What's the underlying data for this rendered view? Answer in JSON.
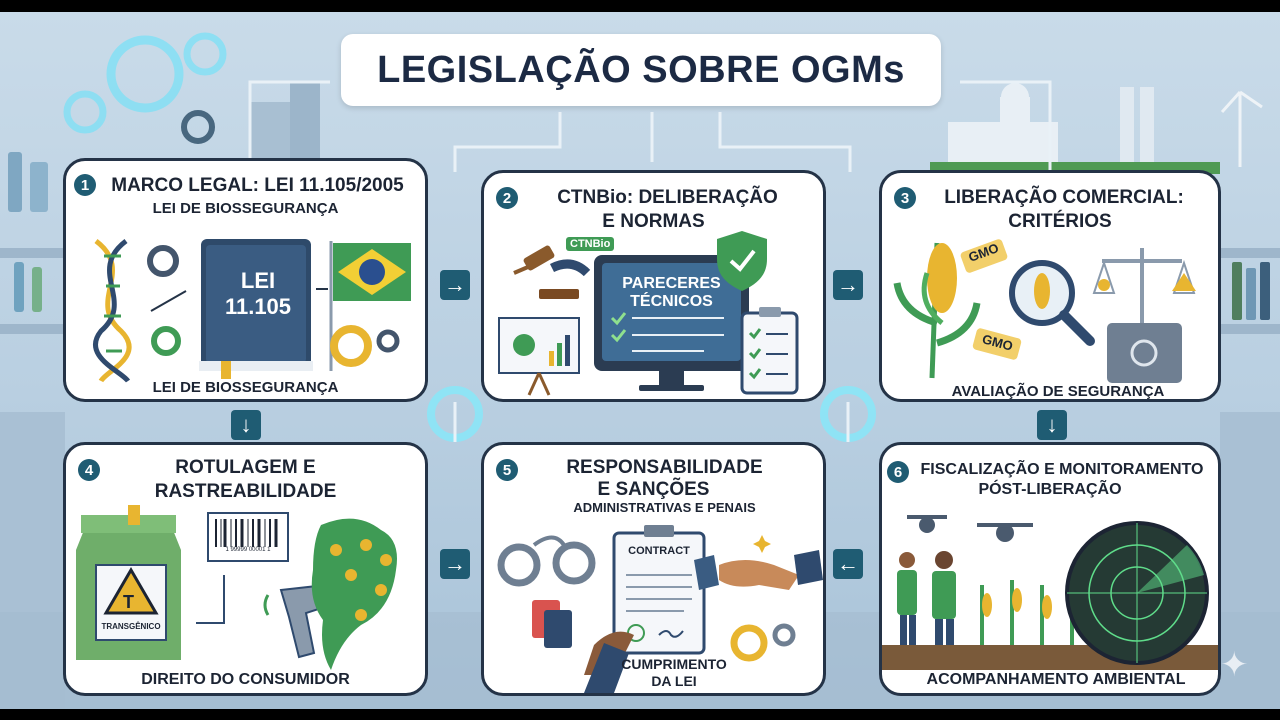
{
  "title": "LEGISLAÇÃO SOBRE OGMs",
  "panels": [
    {
      "number": "1",
      "title": "MARCO LEGAL: LEI 11.105/2005",
      "subtitle": "LEI DE BIOSSEGURANÇA",
      "footer": "LEI DE BIOSSEGURANÇA",
      "book_line1": "LEI",
      "book_line2": "11.105"
    },
    {
      "number": "2",
      "title": "CTNBio: DELIBERAÇÃO",
      "title2": "E NORMAS",
      "tag": "CTNBio",
      "screen_line1": "PARECERES",
      "screen_line2": "TÉCNICOS"
    },
    {
      "number": "3",
      "title": "LIBERAÇÃO COMERCIAL:",
      "title2": "CRITÉRIOS",
      "tag1": "GMO",
      "tag2": "GMO",
      "footer": "AVALIAÇÃO DE SEGURANÇA"
    },
    {
      "number": "4",
      "title": "ROTULAGEM E",
      "title2": "RASTREABILIDADE",
      "barcode": "1 99999 00001 1",
      "label": "TRANSGÊNICO",
      "symbol": "T",
      "footer": "DIREITO DO CONSUMIDOR"
    },
    {
      "number": "5",
      "title": "RESPONSABILIDADE",
      "title2": "E SANÇÕES",
      "subtitle": "ADMINISTRATIVAS E PENAIS",
      "doc": "CONTRACT",
      "footer": "CUMPRIMENTO",
      "footer2": "DA LEI"
    },
    {
      "number": "6",
      "title": "FISCALIZAÇÃO E MONITORAMENTO",
      "title2": "PÓST-LIBERAÇÃO",
      "footer": "ACOMPANHAMENTO AMBIENTAL"
    }
  ],
  "colors": {
    "dark": "#1c2433",
    "teal": "#1f5c73",
    "green": "#3f9b55",
    "gold": "#e8b530",
    "bg": "#c3d6e6"
  }
}
